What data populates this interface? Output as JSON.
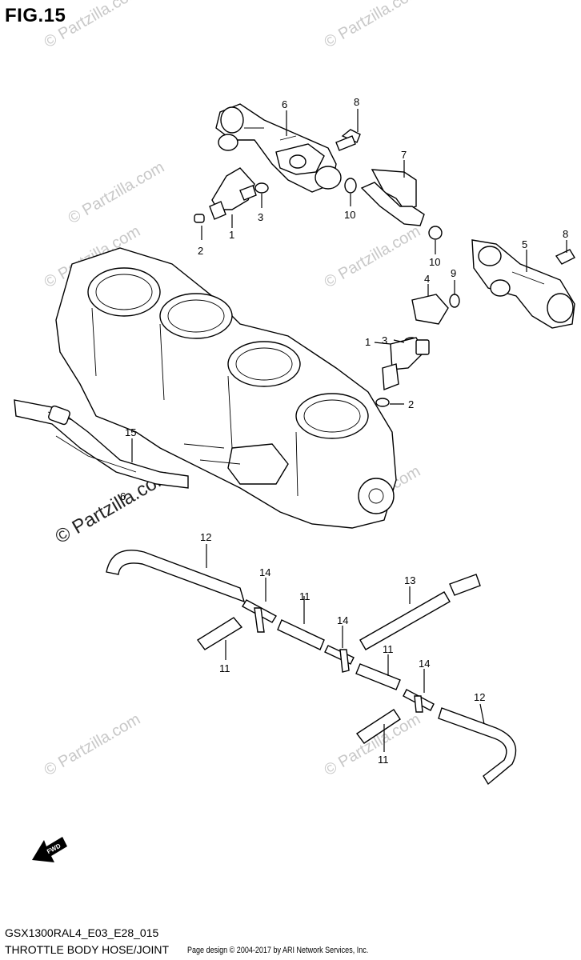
{
  "figure": {
    "title": "FIG.15",
    "model_code": "GSX1300RAL4_E03_E28_015",
    "page_title": "THROTTLE BODY HOSE/JOINT",
    "credit": "Page design © 2004-2017 by ARI Network Services, Inc."
  },
  "watermark": {
    "text": "© Partzilla.com",
    "main_text": "© Partzilla.com"
  },
  "fwd_badge": "FWD",
  "callouts": [
    "1",
    "2",
    "3",
    "4",
    "5",
    "6",
    "7",
    "8",
    "9",
    "10",
    "11",
    "12",
    "13",
    "14",
    "15"
  ],
  "labels": {
    "l6a": "6",
    "l8a": "8",
    "l7": "7",
    "l1a": "1",
    "l2a": "2",
    "l3a": "3",
    "l10a": "10",
    "l10b": "10",
    "l5": "5",
    "l8b": "8",
    "l9": "9",
    "l4": "4",
    "l3b": "3",
    "l1b": "1",
    "l2b": "2",
    "l15": "15",
    "l6b": "6",
    "l12a": "12",
    "l14a": "14",
    "l11a": "11",
    "l13": "13",
    "l14b": "14",
    "l11b": "11",
    "l11c": "11",
    "l14c": "14",
    "l12b": "12",
    "l11d": "11"
  },
  "colors": {
    "line": "#000000",
    "watermark": "#c8c8c8"
  }
}
